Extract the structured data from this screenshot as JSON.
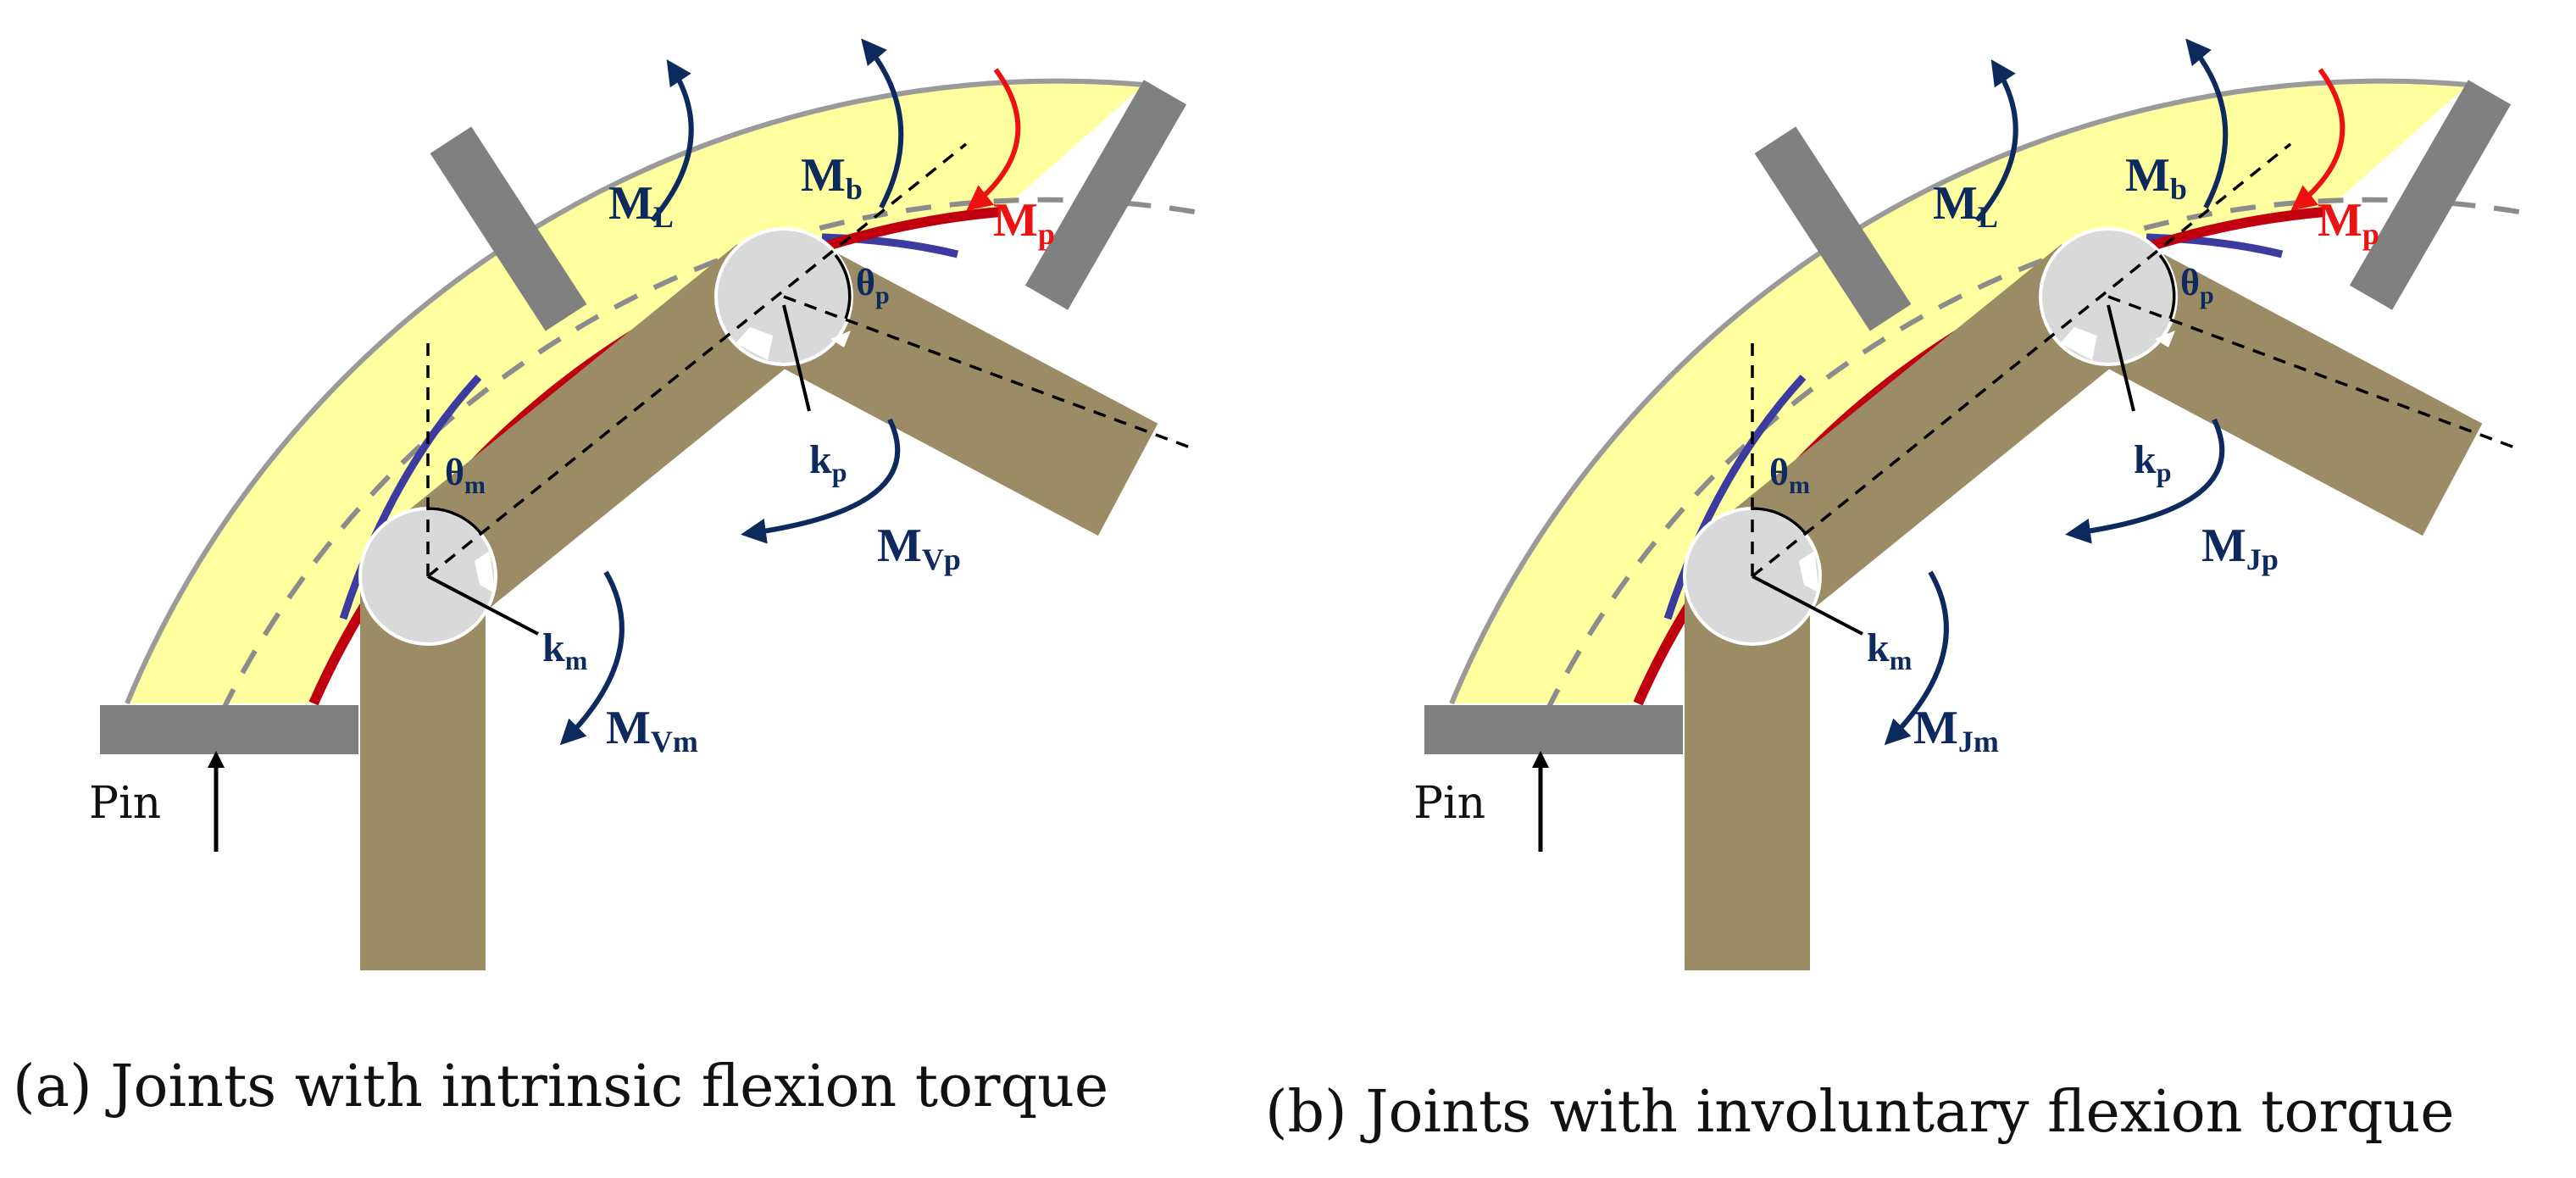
{
  "colors": {
    "band_fill": "#ffff9f",
    "band_outline": "#9a9a9a",
    "dashed_line": "#8c8c8c",
    "red_strip": "#c0000e",
    "blue_strip": "#3c3ca0",
    "segment_fill": "#9c8c65",
    "joint_fill": "#d9d9d9",
    "plate_fill": "#808080",
    "label_blue": "#0d2a5e",
    "label_red": "#ee1111"
  },
  "icons": [
    "rotation-arrow",
    "upward-arrow",
    "joint-circle",
    "clamp-plate"
  ],
  "panels": [
    {
      "id": "a",
      "caption": "(a) Joints with intrinsic flexion torque",
      "pin_label": "Pin",
      "labels": {
        "ML": {
          "main": "M",
          "sub": "L"
        },
        "Mb": {
          "main": "M",
          "sub": "b"
        },
        "Mp": {
          "main": "M",
          "sub": "p"
        },
        "theta_p": {
          "main": "θ",
          "sub": "p"
        },
        "theta_m": {
          "main": "θ",
          "sub": "m"
        },
        "kp": {
          "main": "k",
          "sub": "p"
        },
        "km": {
          "main": "k",
          "sub": "m"
        },
        "Mproximal": {
          "main": "M",
          "sub": "Vp"
        },
        "Mmeta": {
          "main": "M",
          "sub": "Vm"
        }
      }
    },
    {
      "id": "b",
      "caption": "(b) Joints with involuntary flexion torque",
      "pin_label": "Pin",
      "labels": {
        "ML": {
          "main": "M",
          "sub": "L"
        },
        "Mb": {
          "main": "M",
          "sub": "b"
        },
        "Mp": {
          "main": "M",
          "sub": "p"
        },
        "theta_p": {
          "main": "θ",
          "sub": "p"
        },
        "theta_m": {
          "main": "θ",
          "sub": "m"
        },
        "kp": {
          "main": "k",
          "sub": "p"
        },
        "km": {
          "main": "k",
          "sub": "m"
        },
        "Mproximal": {
          "main": "M",
          "sub": "Jp"
        },
        "Mmeta": {
          "main": "M",
          "sub": "Jm"
        }
      }
    }
  ]
}
